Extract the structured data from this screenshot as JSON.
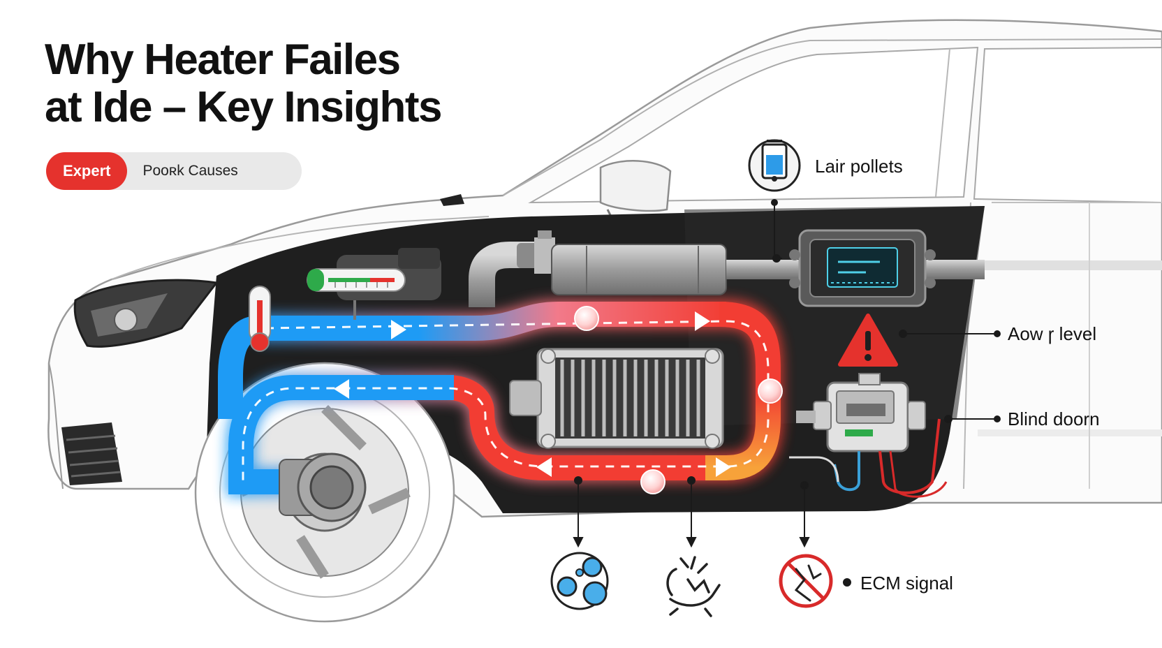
{
  "title": {
    "line1": "Why Heater Failes",
    "line2": "at Ide – Key Insights"
  },
  "badge": {
    "primary": "Expert",
    "secondary": "Pooʀk Causes"
  },
  "callouts": {
    "top": "Lair pollets",
    "right_upper": "Aow ɼ level",
    "right_lower": "Blind doorn",
    "bottom": "ECM signal"
  },
  "icons": {
    "top": "coolant-reservoir-icon",
    "warning": "warning-triangle-icon",
    "bottom_1": "air-bubbles-icon",
    "bottom_2": "broken-hose-icon",
    "bottom_3": "no-signal-icon"
  },
  "colors": {
    "cold_flow": "#1e9bf5",
    "hot_flow": "#f23d33",
    "warm_flow": "#f7a23a",
    "accent": "#e5322d",
    "engine_bay": "#202020"
  }
}
